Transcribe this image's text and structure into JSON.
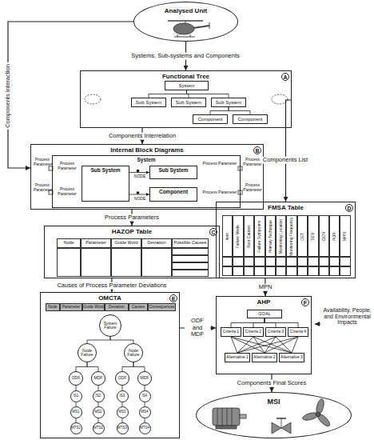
{
  "diagram": {
    "nodes": [
      {
        "text": [
          "Analysed Unit"
        ]
      },
      {
        "text": [
          "Functional Tree",
          "A"
        ]
      },
      {
        "text": [
          "System"
        ],
        "in": 1
      },
      {
        "text": [
          "Sub System"
        ],
        "in": 1
      },
      {
        "text": [
          "Sub System"
        ],
        "in": 1
      },
      {
        "text": [
          "Sub System"
        ],
        "in": 1
      },
      {
        "text": [
          "Component"
        ],
        "in": 1
      },
      {
        "text": [
          "Component"
        ],
        "in": 1
      },
      {
        "text": [
          "Internal Block Diagrams",
          "B"
        ]
      },
      {
        "text": [
          "System"
        ],
        "in": 8
      },
      {
        "text": [
          "Sub System"
        ],
        "in": 9
      },
      {
        "text": [
          "Sub System"
        ],
        "in": 9
      },
      {
        "text": [
          "Component"
        ],
        "in": 9
      },
      {
        "text": [
          "HAZOP Table",
          "C"
        ]
      },
      {
        "text": [
          "FMSA Table",
          "D"
        ]
      },
      {
        "text": [
          "OMCTA",
          "E"
        ]
      },
      {
        "text": [
          "System Failure"
        ],
        "in": 15
      },
      {
        "text": [
          "Node Failure"
        ],
        "in": 15
      },
      {
        "text": [
          "Node Failure"
        ],
        "in": 15
      },
      {
        "text": [
          "ODF"
        ],
        "in": 15
      },
      {
        "text": [
          "MDF"
        ],
        "in": 15
      },
      {
        "text": [
          "ODF"
        ],
        "in": 15
      },
      {
        "text": [
          "MDF"
        ],
        "in": 15
      },
      {
        "text": [
          "IS1"
        ],
        "in": 15
      },
      {
        "text": [
          "IS2"
        ],
        "in": 15
      },
      {
        "text": [
          "IS3"
        ],
        "in": 15
      },
      {
        "text": [
          "IS4"
        ],
        "in": 15
      },
      {
        "text": [
          "MS1"
        ],
        "in": 15
      },
      {
        "text": [
          "MS2"
        ],
        "in": 15
      },
      {
        "text": [
          "MS3"
        ],
        "in": 15
      },
      {
        "text": [
          "MS4"
        ],
        "in": 15
      },
      {
        "text": [
          "MTS1"
        ],
        "in": 15
      },
      {
        "text": [
          "MTS2"
        ],
        "in": 15
      },
      {
        "text": [
          "MTS3"
        ],
        "in": 15
      },
      {
        "text": [
          "MTS4"
        ],
        "in": 15
      },
      {
        "text": [
          "AHP",
          "F"
        ]
      },
      {
        "text": [
          "GOAL"
        ],
        "in": 35
      },
      {
        "text": [
          "Criteria 1"
        ],
        "in": 35
      },
      {
        "text": [
          "Criteria 2"
        ],
        "in": 35
      },
      {
        "text": [
          "Criteria 3"
        ],
        "in": 35
      },
      {
        "text": [
          "Criteria 4"
        ],
        "in": 35
      },
      {
        "text": [
          "Alternative 1"
        ],
        "in": 35
      },
      {
        "text": [
          "Alternative 2"
        ],
        "in": 35
      },
      {
        "text": [
          "Alternative 3"
        ],
        "in": 35
      },
      {
        "text": [
          "MSI"
        ]
      }
    ],
    "edges": [
      {
        "from": 0,
        "to": 1,
        "arrow": "to",
        "label": "Systems, Sub-systems and Components"
      },
      {
        "from": 0,
        "to": 8,
        "arrow": "to",
        "label": "Components Interaction"
      },
      {
        "from": 1,
        "to": 8,
        "arrow": "to",
        "label": "Components Interrelation"
      },
      {
        "from": 1,
        "to": 14,
        "arrow": "to",
        "label": "Components List"
      },
      {
        "from": 8,
        "to": 13,
        "arrow": "to",
        "label": "Process Parameters"
      },
      {
        "from": 13,
        "to": 15,
        "arrow": "to",
        "label": "Causes of Process Parameter Deviations"
      },
      {
        "from": 14,
        "to": 35,
        "arrow": "to",
        "label": "MPN"
      },
      {
        "from": 15,
        "to": 35,
        "arrow": "to",
        "label": "ODF and MDF"
      },
      {
        "from": 35,
        "to": 44,
        "arrow": "to",
        "label": "Components Final Scores"
      },
      {
        "from": 2,
        "to": 3,
        "arrow": "none"
      },
      {
        "from": 2,
        "to": 4,
        "arrow": "none"
      },
      {
        "from": 2,
        "to": 5,
        "arrow": "none"
      },
      {
        "from": 5,
        "to": 6,
        "arrow": "none"
      },
      {
        "from": 5,
        "to": 7,
        "arrow": "none"
      },
      {
        "from": 10,
        "to": 11,
        "arrow": "to"
      },
      {
        "from": 10,
        "to": 12,
        "arrow": "to"
      },
      {
        "from": 16,
        "to": 17,
        "arrow": "none"
      },
      {
        "from": 16,
        "to": 18,
        "arrow": "none"
      },
      {
        "from": 17,
        "to": 19,
        "arrow": "none"
      },
      {
        "from": 17,
        "to": 20,
        "arrow": "none"
      },
      {
        "from": 18,
        "to": 21,
        "arrow": "none"
      },
      {
        "from": 18,
        "to": 22,
        "arrow": "none"
      },
      {
        "from": 19,
        "to": 23,
        "arrow": "none"
      },
      {
        "from": 20,
        "to": 24,
        "arrow": "none"
      },
      {
        "from": 21,
        "to": 25,
        "arrow": "none"
      },
      {
        "from": 22,
        "to": 26,
        "arrow": "none"
      },
      {
        "from": 23,
        "to": 27,
        "arrow": "none"
      },
      {
        "from": 24,
        "to": 28,
        "arrow": "none"
      },
      {
        "from": 25,
        "to": 29,
        "arrow": "none"
      },
      {
        "from": 26,
        "to": 30,
        "arrow": "none"
      },
      {
        "from": 27,
        "to": 31,
        "arrow": "none"
      },
      {
        "from": 28,
        "to": 32,
        "arrow": "none"
      },
      {
        "from": 29,
        "to": 33,
        "arrow": "none"
      },
      {
        "from": 30,
        "to": 34,
        "arrow": "none"
      },
      {
        "from": 36,
        "to": 37,
        "arrow": "none"
      },
      {
        "from": 36,
        "to": 38,
        "arrow": "none"
      },
      {
        "from": 36,
        "to": 39,
        "arrow": "none"
      },
      {
        "from": 36,
        "to": 40,
        "arrow": "none"
      },
      {
        "from": 37,
        "to": 41,
        "arrow": "none"
      },
      {
        "from": 37,
        "to": 42,
        "arrow": "none"
      },
      {
        "from": 37,
        "to": 43,
        "arrow": "none"
      },
      {
        "from": 38,
        "to": 41,
        "arrow": "none"
      },
      {
        "from": 38,
        "to": 42,
        "arrow": "none"
      },
      {
        "from": 38,
        "to": 43,
        "arrow": "none"
      },
      {
        "from": 39,
        "to": 41,
        "arrow": "none"
      },
      {
        "from": 39,
        "to": 42,
        "arrow": "none"
      },
      {
        "from": 39,
        "to": 43,
        "arrow": "none"
      },
      {
        "from": 40,
        "to": 41,
        "arrow": "none"
      },
      {
        "from": 40,
        "to": 42,
        "arrow": "none"
      },
      {
        "from": 40,
        "to": 43,
        "arrow": "none"
      }
    ],
    "labels": [
      "Process Parameter",
      "Process Parameter",
      "Process Parameter",
      "Process Parameter",
      "Process Parameter",
      "Process Parameter",
      "Process Parameter",
      "Process Parameter",
      "NODE",
      "NODE",
      "Node",
      "Parameter",
      "Guide Word",
      "Deviation",
      "Possible Causes",
      "Item",
      "Failure Mode",
      "Root Causes",
      "Failure Symptoms",
      "Primary Technique",
      "Monitoring Location",
      "Monitoring Frequency",
      "DET",
      "SEV",
      "OCN",
      "POR",
      "MPN",
      "Node",
      "Parameter",
      "Guide Word",
      "Deviation",
      "Causes",
      "Consequences",
      "Availability, People, and Environmental Impacts"
    ]
  }
}
